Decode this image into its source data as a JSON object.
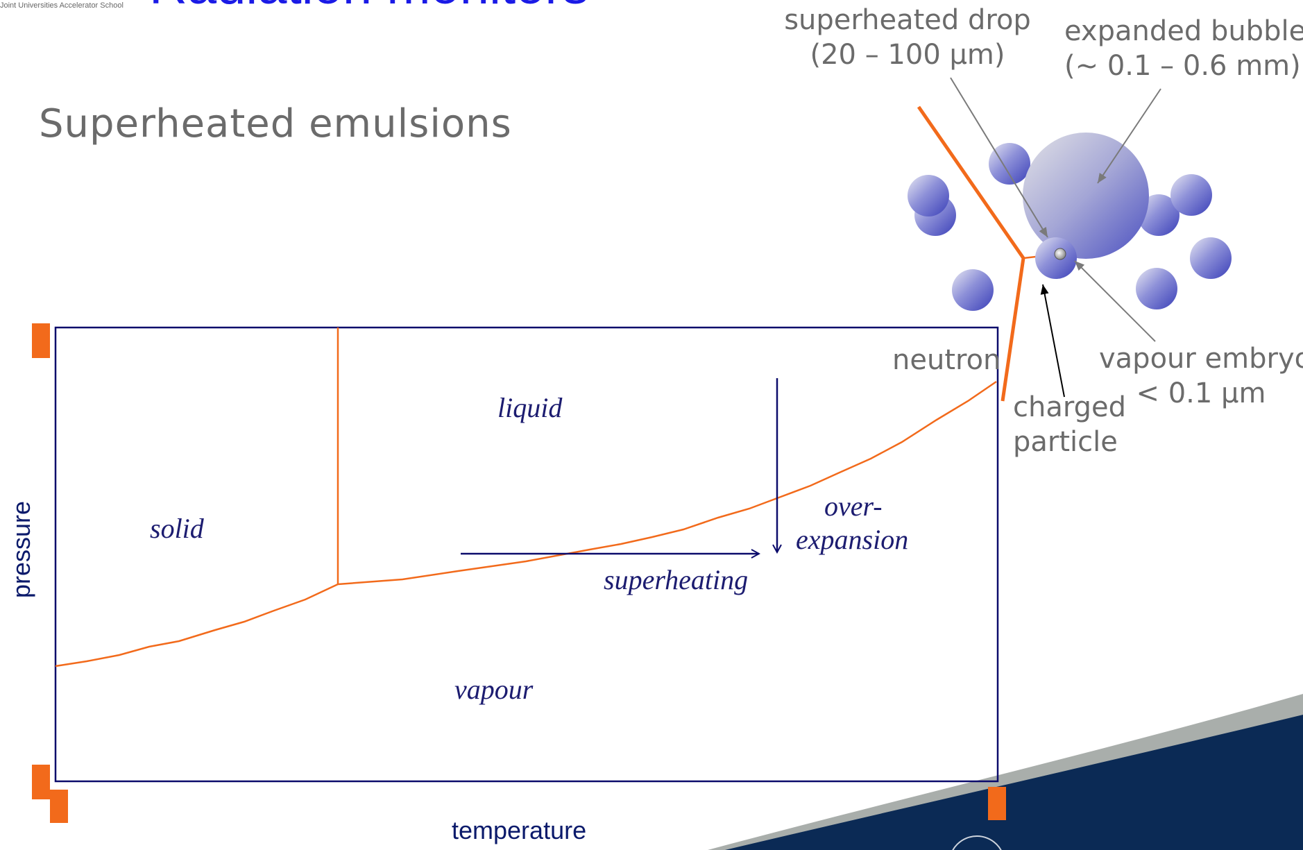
{
  "header": {
    "logo_text": "Joint Universities Accelerator School",
    "title": "Radiation monitors"
  },
  "slide": {
    "subtitle": "Superheated emulsions"
  },
  "phase_diagram": {
    "regions": {
      "solid": "solid",
      "liquid": "liquid",
      "vapour": "vapour",
      "over_expansion_line1": "over-",
      "over_expansion_line2": "expansion",
      "superheating": "superheating"
    },
    "x_axis_label": "temperature",
    "y_axis_label": "pressure",
    "curve_color": "#f26a1b",
    "frame_color": "#0b0b6b"
  },
  "emulsion_schematic": {
    "labels": {
      "superheated_drop_line1": "superheated drop",
      "superheated_drop_line2": "(20 – 100 μm)",
      "expanded_bubble_line1": "expanded bubble",
      "expanded_bubble_line2": "(~ 0.1 – 0.6 mm)",
      "neutron": "neutron",
      "charged_particle_line1": "charged",
      "charged_particle_line2": "particle",
      "vapour_embryo_line1": "vapour embryo",
      "vapour_embryo_line2": "< 0.1  μm"
    },
    "track_color": "#f26a1b",
    "drop_color": "#5a5fc8",
    "bubble_color": "#b9b9d4"
  },
  "colors": {
    "accent_orange": "#f26a1b",
    "navy": "#0b2a55",
    "title_blue": "#1a1ae6"
  }
}
